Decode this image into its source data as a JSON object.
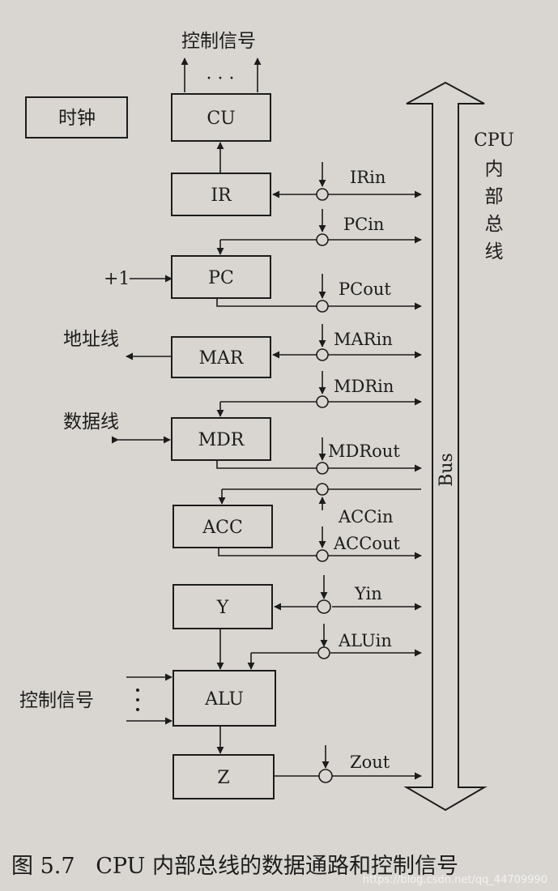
{
  "control_signal_top": "控制信号",
  "top_dots": "· · ·",
  "clock": "时钟",
  "side_label": [
    "CPU",
    "内",
    "部",
    "总",
    "线"
  ],
  "bus_label": "Bus",
  "blocks": {
    "cu": "CU",
    "ir": "IR",
    "pc": "PC",
    "mar": "MAR",
    "mdr": "MDR",
    "acc": "ACC",
    "y": "Y",
    "alu": "ALU",
    "z": "Z"
  },
  "signals": {
    "irin": "IRin",
    "pcin": "PCin",
    "pcout": "PCout",
    "marin": "MARin",
    "mdrin": "MDRin",
    "mdrout": "MDRout",
    "accin": "ACCin",
    "accout": "ACCout",
    "yin": "Yin",
    "aluin": "ALUin",
    "zout": "Zout"
  },
  "pc_increment": "+1",
  "address_line": "地址线",
  "data_line": "数据线",
  "alu_control": "控制信号",
  "caption": "图 5.7   CPU 内部总线的数据通路和控制信号",
  "watermark": "https://blog.csdn.net/qq_44709990"
}
